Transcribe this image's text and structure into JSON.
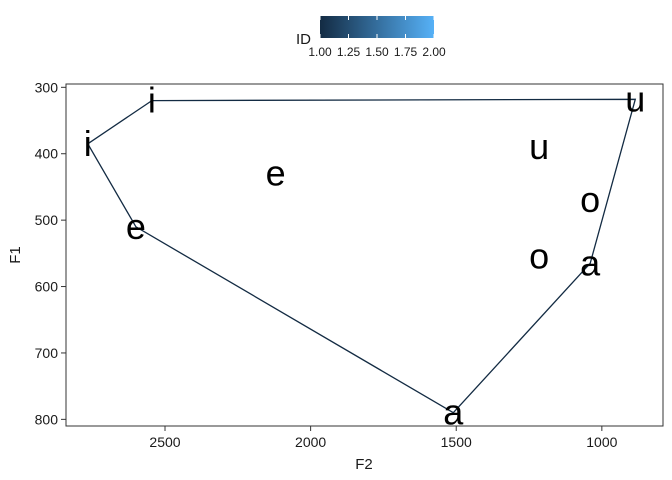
{
  "chart_data": {
    "type": "scatter",
    "title": "",
    "xlabel": "F2",
    "ylabel": "F1",
    "x_reversed": true,
    "y_reversed": true,
    "xlim": [
      2840,
      790
    ],
    "ylim": [
      295,
      810
    ],
    "xticks": [
      2500,
      2000,
      1500,
      1000
    ],
    "yticks": [
      300,
      400,
      500,
      600,
      700,
      800
    ],
    "grid": false,
    "legend": {
      "title": "ID",
      "placement": "top",
      "type": "colorbar",
      "range": [
        1.0,
        2.0
      ],
      "ticks": [
        "1.00",
        "1.25",
        "1.50",
        "1.75",
        "2.00"
      ],
      "color_low": "#132B43",
      "color_high": "#56B1F7"
    },
    "points": [
      {
        "label": "i",
        "x": 2765,
        "y": 385,
        "id": 1
      },
      {
        "label": "i",
        "x": 2545,
        "y": 320,
        "id": 1
      },
      {
        "label": "e",
        "x": 2600,
        "y": 510,
        "id": 1
      },
      {
        "label": "e",
        "x": 2120,
        "y": 430,
        "id": 1
      },
      {
        "label": "a",
        "x": 1510,
        "y": 790,
        "id": 1
      },
      {
        "label": "a",
        "x": 1040,
        "y": 565,
        "id": 1
      },
      {
        "label": "o",
        "x": 1215,
        "y": 555,
        "id": 1
      },
      {
        "label": "o",
        "x": 1040,
        "y": 470,
        "id": 1
      },
      {
        "label": "u",
        "x": 1215,
        "y": 390,
        "id": 1
      },
      {
        "label": "u",
        "x": 885,
        "y": 318,
        "id": 1
      }
    ],
    "hull": [
      {
        "x": 2765,
        "y": 385
      },
      {
        "x": 2545,
        "y": 320
      },
      {
        "x": 885,
        "y": 318
      },
      {
        "x": 1040,
        "y": 565
      },
      {
        "x": 1510,
        "y": 790
      },
      {
        "x": 2600,
        "y": 510
      }
    ],
    "line_color": "#132B43"
  }
}
